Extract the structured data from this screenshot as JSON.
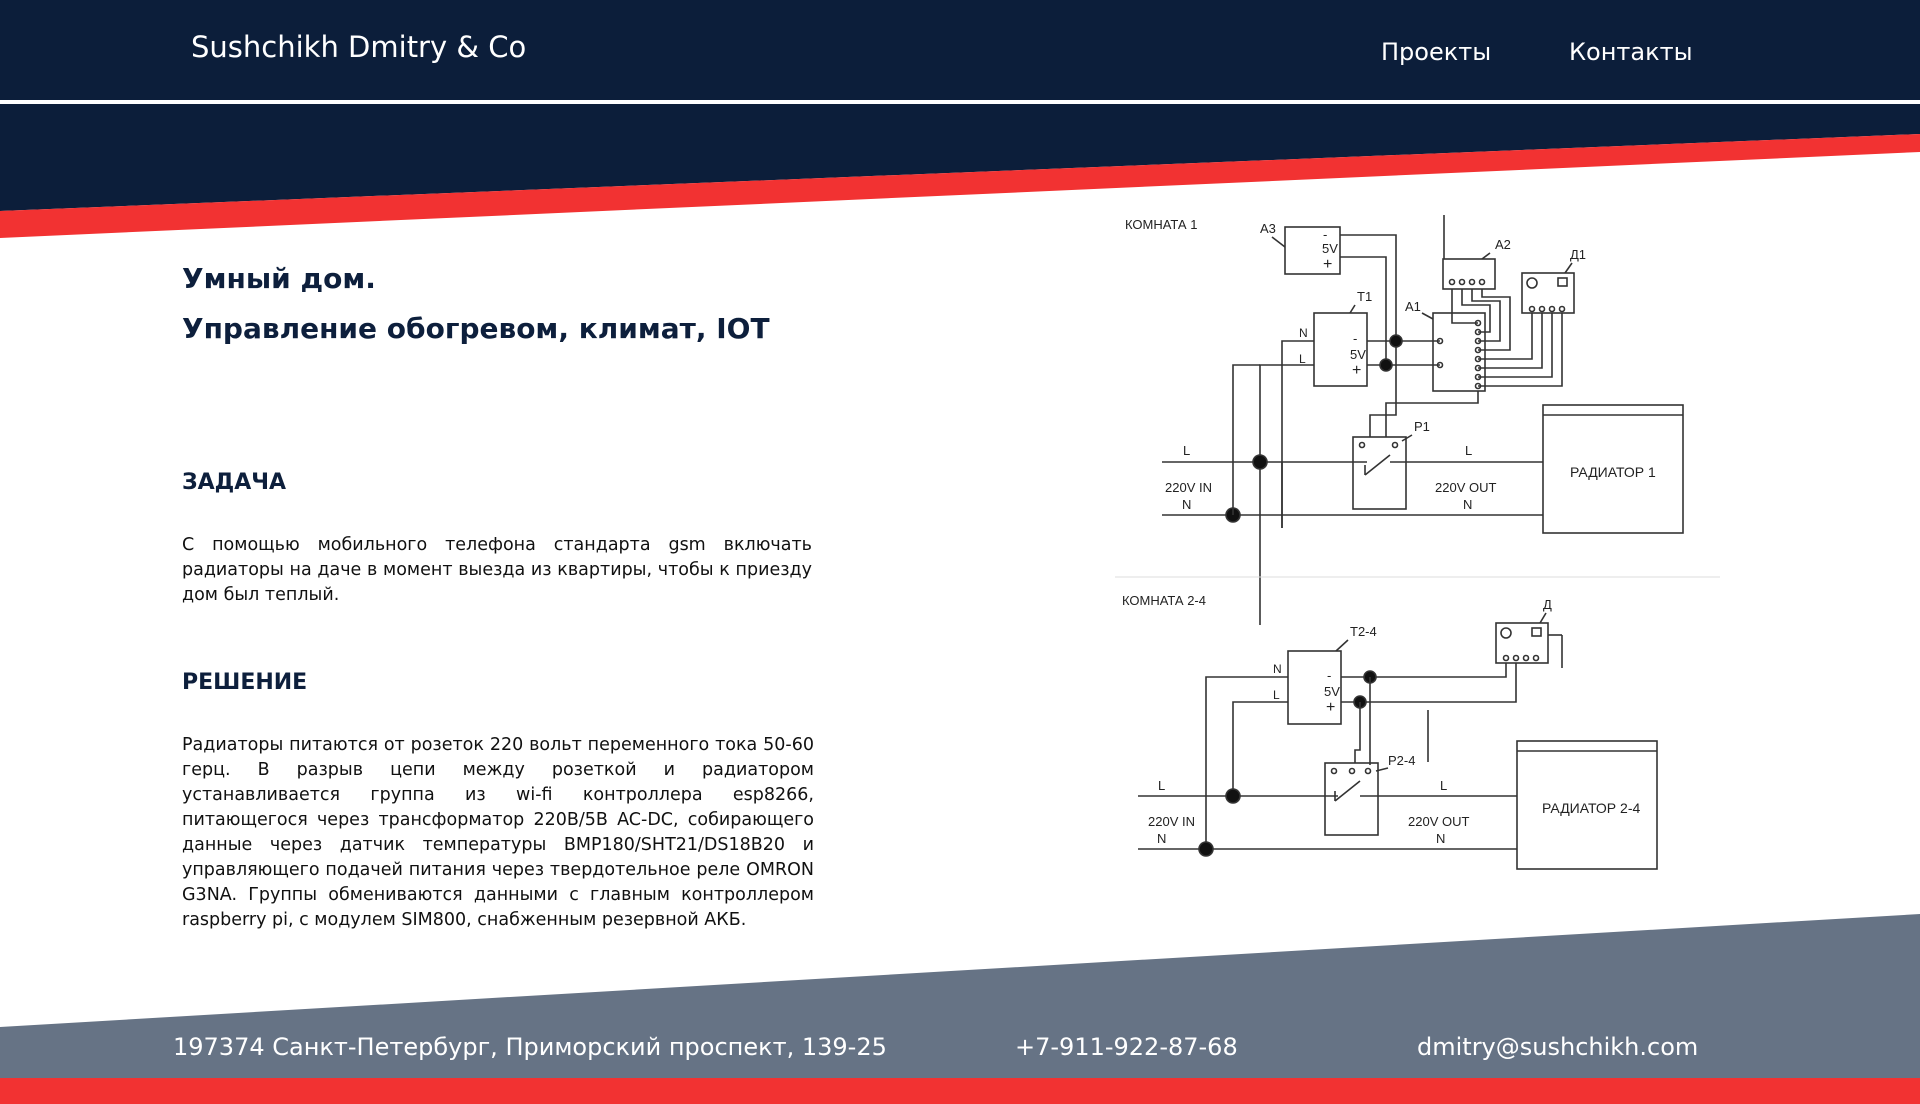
{
  "header": {
    "brand": "Sushchikh Dmitry & Co",
    "nav": {
      "projects": "Проекты",
      "contacts": "Контакты"
    }
  },
  "main": {
    "title_line1": "Умный дом.",
    "title_line2": "Управление обогревом, климат, IOT",
    "task_heading": "ЗАДАЧА",
    "task_text": "С помощью мобильного телефона стандарта gsm включать радиаторы на даче в момент выезда из квартиры, чтобы к приезду дом был теплый.",
    "solution_heading": "РЕШЕНИЕ",
    "solution_text": "Радиаторы питаются от розеток 220 вольт переменного тока 50-60 герц. В разрыв цепи между розеткой и радиатором устанавливается группа из wi-fi контроллера esp8266, питающегося через трансформатор 220В/5В AC-DC, собирающего данные через датчик температуры BMP180/SHT21/DS18B20 и управляющего подачей питания через твердотельное реле OMRON G3NA. Группы обмениваются данными с главным контроллером raspberry pi, с модулем SIM800, снабженным резервной АКБ."
  },
  "diagram": {
    "room1": {
      "label": "КОМНАТА 1",
      "a3": "A3",
      "a2": "A2",
      "d1": "Д1",
      "t1": "T1",
      "a1": "A1",
      "p1": "P1",
      "v5": "5V",
      "minus": "-",
      "plus": "+",
      "n": "N",
      "l": "L",
      "in": "220V IN",
      "out": "220V OUT",
      "radiator": "РАДИАТОР 1"
    },
    "room2": {
      "label": "КОМНАТА 2-4",
      "d": "Д",
      "t": "T2-4",
      "p": "P2-4",
      "v5": "5V",
      "minus": "-",
      "plus": "+",
      "n": "N",
      "l": "L",
      "in": "220V IN",
      "out": "220V OUT",
      "radiator": "РАДИАТОР 2-4"
    }
  },
  "footer": {
    "address": "197374 Санкт-Петербург, Приморский проспект, 139-25",
    "phone": "+7-911-922-87-68",
    "email": "dmitry@sushchikh.com"
  },
  "colors": {
    "navy": "#0c1e3a",
    "red": "#f23232",
    "slate": "#667385",
    "white": "#ffffff"
  }
}
